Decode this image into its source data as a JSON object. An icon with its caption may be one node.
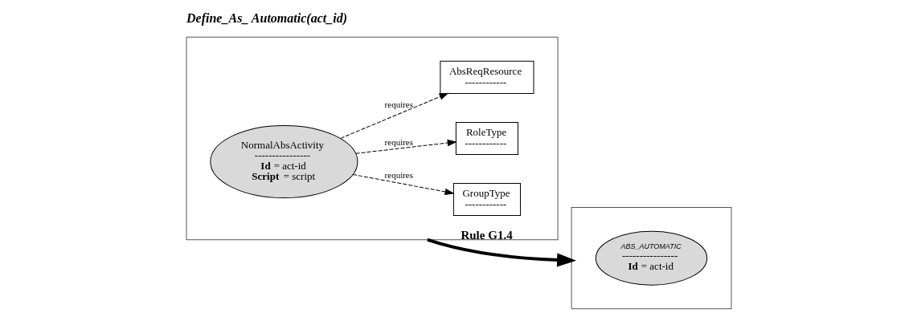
{
  "diagram": {
    "title": "Define_As_ Automatic(act_id)",
    "nodes": [
      {
        "text": [],
        "shape": "box"
      },
      {
        "text": [
          "NormalAbsActivity",
          "----------------",
          "**Id** = act-id",
          "**Script** = script"
        ],
        "in": 0
      },
      {
        "text": [
          "GroupType",
          "------------"
        ],
        "in": 0
      },
      {
        "text": [
          "RoleType",
          "------------"
        ],
        "in": 0
      },
      {
        "text": [
          "AbsReqResource",
          "------------"
        ],
        "in": 0
      },
      {
        "text": [],
        "shape": "box"
      },
      {
        "text": [
          "ABS_AUTOMATIC",
          "----------------",
          "**Id** = act-id"
        ],
        "in": 5
      }
    ],
    "edges": [
      {
        "from": 1,
        "to": 2,
        "arrow": "to",
        "label": "requires",
        "style": "dashed"
      },
      {
        "from": 1,
        "to": 3,
        "arrow": "to",
        "label": "requires",
        "style": "dashed"
      },
      {
        "from": 1,
        "to": 4,
        "arrow": "to",
        "label": "requires",
        "style": "dashed"
      },
      {
        "from": 0,
        "to": 5,
        "arrow": "to",
        "label": "Rule G1.4",
        "style": "thick"
      }
    ]
  }
}
